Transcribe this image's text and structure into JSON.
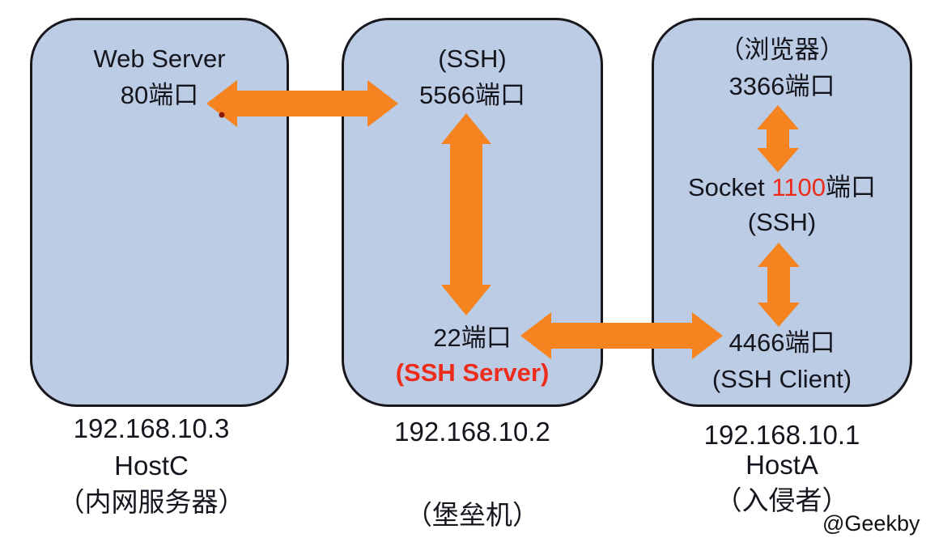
{
  "watermark": "@Geekby",
  "colors": {
    "box_fill": "#bccce4",
    "box_border": "#17171d",
    "arrow_orange": "#f5831f",
    "text_dark": "#15151e",
    "highlight_red": "#ed2c1c"
  },
  "hosts": {
    "hostc": {
      "service": "Web Server",
      "port": "80端口",
      "ip": "192.168.10.3",
      "name": "HostC",
      "role": "（内网服务器）"
    },
    "bastion": {
      "protocol": "(SSH)",
      "forward_port": "5566端口",
      "ssh_port": "22端口",
      "ssh_role": "(SSH Server)",
      "ip": "192.168.10.2",
      "role": "（堡垒机）"
    },
    "hosta": {
      "app": "（浏览器）",
      "browser_port": "3366端口",
      "socket_label": "Socket",
      "socket_port_number": "1100",
      "socket_port_unit": "端口",
      "socket_protocol": "(SSH)",
      "client_port": "4466端口",
      "client_role": "(SSH Client)",
      "ip": "192.168.10.1",
      "name": "HostA",
      "role": "（入侵者）"
    }
  },
  "connections": [
    {
      "from": "HostC 80端口",
      "to": "堡垒机 5566端口",
      "type": "bidirectional"
    },
    {
      "from": "堡垒机 5566端口",
      "to": "堡垒机 22端口",
      "type": "bidirectional"
    },
    {
      "from": "堡垒机 22端口",
      "to": "HostA 4466端口",
      "type": "bidirectional"
    },
    {
      "from": "HostA 3366端口",
      "to": "HostA Socket 1100端口",
      "type": "bidirectional"
    },
    {
      "from": "HostA Socket 1100端口 (SSH)",
      "to": "HostA 4466端口",
      "type": "bidirectional"
    }
  ]
}
